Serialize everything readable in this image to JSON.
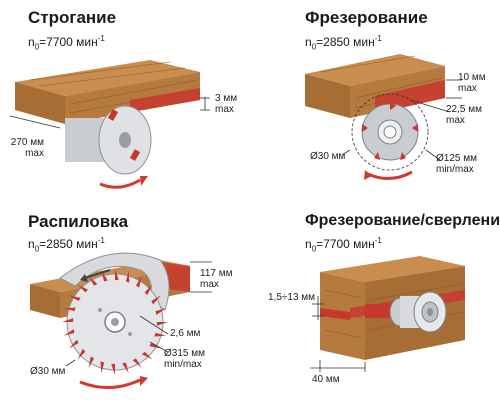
{
  "planing": {
    "title": "Строгание",
    "speed_prefix": "n",
    "speed_sub": "0",
    "speed_value": "=7700 мин",
    "speed_sup": "-1",
    "depth_value": "3 мм",
    "depth_max": "max",
    "width_value": "270 мм",
    "width_max": "max"
  },
  "milling": {
    "title": "Фрезерование",
    "speed_prefix": "n",
    "speed_sub": "0",
    "speed_value": "=2850 мин",
    "speed_sup": "-1",
    "depth_value": "10 мм",
    "depth_max": "max",
    "width_value": "22,5 мм",
    "width_max": "max",
    "bore": "Ø30 мм",
    "diameter": "Ø125 мм",
    "diameter_range": "min/max"
  },
  "sawing": {
    "title": "Распиловка",
    "speed_prefix": "n",
    "speed_sub": "0",
    "speed_value": "=2850 мин",
    "speed_sup": "-1",
    "depth_value": "117 мм",
    "depth_max": "max",
    "kerf": "2,6 мм",
    "diameter": "Ø315 мм",
    "diameter_range": "min/max",
    "bore": "Ø30 мм"
  },
  "drilling": {
    "title": "Фрезерование/сверление",
    "speed_prefix": "n",
    "speed_sub": "0",
    "speed_value": "=7700 мин",
    "speed_sup": "-1",
    "diameter_range": "1,5÷13 мм",
    "depth_value": "40 мм"
  },
  "colors": {
    "wood_top": "#c98e4f",
    "wood_front": "#b47a3e",
    "wood_side": "#8f5a2a",
    "cut_red": "#c8372e",
    "metal": "#c9ccd0",
    "arrow_red": "#d2382e"
  }
}
